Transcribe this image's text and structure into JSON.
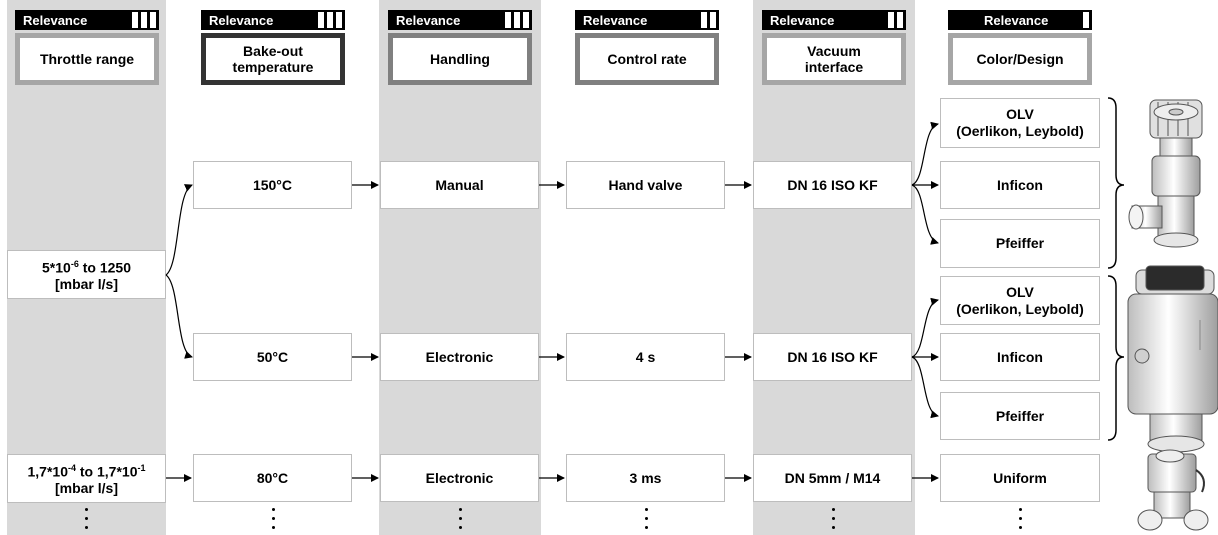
{
  "relevance_label": "Relevance",
  "columns": [
    {
      "id": "throttle",
      "criterion": "Throttle range",
      "relevance": 3
    },
    {
      "id": "bakeout",
      "criterion": "Bake-out temperature",
      "relevance": 3
    },
    {
      "id": "handling",
      "criterion": "Handling",
      "relevance": 3
    },
    {
      "id": "control",
      "criterion": "Control rate",
      "relevance": 2
    },
    {
      "id": "vacuum",
      "criterion": "Vacuum interface",
      "relevance": 2
    },
    {
      "id": "color",
      "criterion": "Color/Design",
      "relevance": 1
    }
  ],
  "throttle": {
    "range_a_base": "5*10",
    "range_a_exp": "-6",
    "range_a_rest": " to 1250",
    "range_b_base1": "1,7*10",
    "range_b_exp1": "-4",
    "range_b_mid": " to 1,7*10",
    "range_b_exp2": "-1",
    "unit": "[mbar l/s]"
  },
  "rows": [
    {
      "bakeout": "150°C",
      "handling": "Manual",
      "control": "Hand valve",
      "vacuum": "DN 16 ISO KF",
      "colors": [
        "OLV\n(Oerlikon, Leybold)",
        "Inficon",
        "Pfeiffer"
      ]
    },
    {
      "bakeout": "50°C",
      "handling": "Electronic",
      "control": "4 s",
      "vacuum": "DN 16 ISO KF",
      "colors": [
        "OLV\n(Oerlikon, Leybold)",
        "Inficon",
        "Pfeiffer"
      ]
    },
    {
      "bakeout": "80°C",
      "handling": "Electronic",
      "control": "3 ms",
      "vacuum": "DN 5mm / M14",
      "colors": [
        "Uniform"
      ]
    }
  ],
  "colors": {
    "band": "#d9d9d9",
    "frame_dark": "#333333",
    "frame_mid": "#808080",
    "frame_light": "#a6a6a6"
  }
}
